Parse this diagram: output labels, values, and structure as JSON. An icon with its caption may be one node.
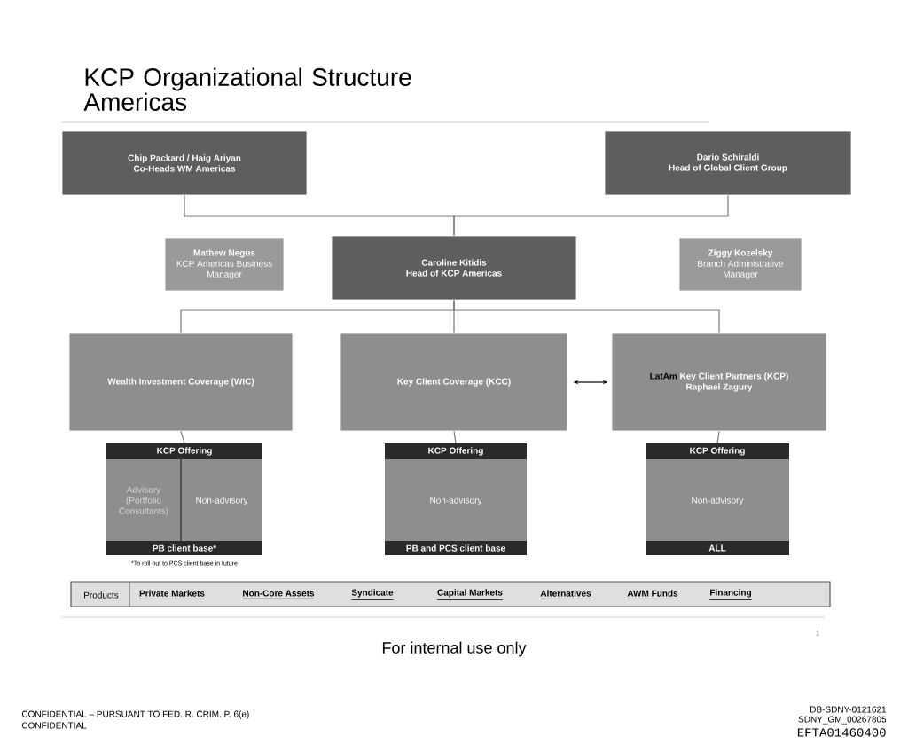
{
  "diagram": {
    "title": "KCP Organizational Structure Americas",
    "nodes": [
      {
        "text": [
          "Chip Packard / Haig Ariyan",
          "Co-Heads WM Americas"
        ]
      },
      {
        "text": [
          "Dario Schiraldi",
          "Head of Global Client Group"
        ]
      },
      {
        "text": [
          "Mathew Negus",
          "KCP Americas Business Manager"
        ]
      },
      {
        "text": [
          "Caroline Kitidis",
          "Head of KCP Americas"
        ]
      },
      {
        "text": [
          "Ziggy Kozelsky",
          "Branch Administrative Manager"
        ]
      },
      {
        "text": [
          "Wealth Investment Coverage (WIC)"
        ]
      },
      {
        "text": [
          "Key Client Coverage (KCC)"
        ]
      },
      {
        "text": [
          "LatAm",
          "Key Client Partners (KCP)",
          "Raphael Zagury"
        ]
      },
      {
        "text": [
          "KCP Offering",
          "Advisory (Portfolio Consultants)",
          "Non-advisory",
          "PB client base*"
        ],
        "beside": [
          "*To roll out to PCS client base in future"
        ]
      },
      {
        "text": [
          "KCP Offering",
          "Non-advisory",
          "PB and PCS client base"
        ]
      },
      {
        "text": [
          "KCP Offering",
          "Non-advisory",
          "ALL"
        ]
      }
    ],
    "edges": [
      {
        "from": 0,
        "to": 3,
        "arrow": "none"
      },
      {
        "from": 1,
        "to": 3,
        "arrow": "none"
      },
      {
        "from": 3,
        "to": 5,
        "arrow": "none"
      },
      {
        "from": 3,
        "to": 6,
        "arrow": "none"
      },
      {
        "from": 3,
        "to": 7,
        "arrow": "none"
      },
      {
        "from": 6,
        "to": 7,
        "arrow": "both",
        "color": "#000000"
      },
      {
        "from": 5,
        "to": 8,
        "arrow": "none"
      },
      {
        "from": 6,
        "to": 9,
        "arrow": "none"
      },
      {
        "from": 7,
        "to": 10,
        "arrow": "none"
      }
    ],
    "labels": [
      "Products",
      "Private Markets",
      "Non-Core Assets",
      "Syndicate",
      "Capital Markets",
      "Alternatives",
      "AWM Funds",
      "Financing",
      "1",
      "For internal use only",
      "CONFIDENTIAL – PURSUANT TO FED. R. CRIM. P. 6(e)",
      "CONFIDENTIAL",
      "DB-SDNY-0121621",
      "SDNY_GM_00267805",
      "EFTA01460400"
    ]
  }
}
